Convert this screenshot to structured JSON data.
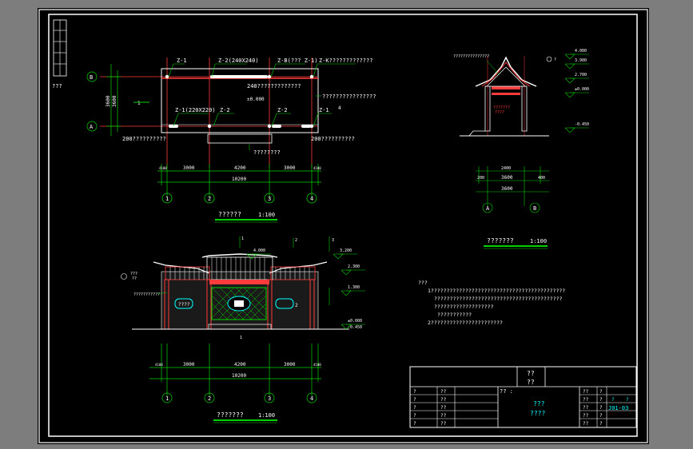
{
  "colors": {
    "background": "#7d7d7d",
    "paper": "#000000",
    "frame": "#ffffff",
    "axis": "#ff3b3b",
    "dimension": "#00d200",
    "annotation": "#ffffff",
    "accent": "#00ffff",
    "yellow": "#ffff00"
  },
  "side_note": "???",
  "plan": {
    "axis_labels": [
      "1",
      "2",
      "3",
      "4"
    ],
    "row_labels": [
      "B",
      "A"
    ],
    "column_tags_top": [
      "Z-1",
      "Z-2(240X240)",
      "Z-B(??? Z-1)",
      "Z-K?????????????"
    ],
    "beam_note": "240?????????????",
    "right_note": "????????????????",
    "right_mark": "4",
    "center_mark": "1",
    "column_tags_bottom": [
      "Z-1(220X220)",
      "Z-2",
      "Z-2",
      "Z-1"
    ],
    "bottom_left_note": "200??????????",
    "bottom_right_note": "200??????????",
    "below_note": "????????",
    "level_note": "±0.000",
    "dims_small_left": "4100",
    "dims_small_right": "4100",
    "dims_bays": [
      "3000",
      "4200",
      "3000"
    ],
    "dim_total": "10200",
    "dim_vertical": "3600",
    "dim_vertical_total": "3600",
    "title": "??????",
    "scale": "1:100"
  },
  "section": {
    "top_note": "???????????????",
    "right_label_top": "?",
    "elevations": [
      "4.000",
      "3.900",
      "2.700",
      "±0.000",
      "-0.450"
    ],
    "mid_labels": [
      "???????",
      "????"
    ],
    "dims_parts": [
      "200",
      "2400",
      "400"
    ],
    "dim_mid": "3600",
    "dim_total": "3600",
    "axis_labels": [
      "A",
      "B"
    ],
    "title": "???????",
    "scale": "1:100"
  },
  "elevation": {
    "left_label_a": "???",
    "left_label_b": "??",
    "left_note": "???????????",
    "upper_marks": [
      "1",
      "2",
      "3"
    ],
    "elevations": [
      "4.000",
      "3.200",
      "2.300",
      "1.300",
      "±0.000",
      "-0.450"
    ],
    "panel_left": "????",
    "panel_right": "2",
    "center_mark": "1",
    "dims_small_left": "4100",
    "dims_small_right": "4100",
    "dims_bays": [
      "3000",
      "4200",
      "3000"
    ],
    "dim_total": "10200",
    "axis_labels": [
      "1",
      "2",
      "3",
      "4"
    ],
    "title": "???????",
    "scale": "1:100"
  },
  "notes": {
    "heading": "???",
    "lines": [
      "1???????????????????????????????????????????",
      "?????????????????????????????????????????",
      "???????????????????",
      "???????????",
      "2???????????????????????"
    ]
  },
  "title_block": {
    "project_title": [
      "??",
      "??"
    ],
    "left_cells": [
      "?",
      "??",
      "?",
      "??",
      "?",
      "??",
      "?",
      "??",
      "?",
      "??"
    ],
    "mid_label": "?? :",
    "drawing_name": [
      "???",
      "????"
    ],
    "right_cells": [
      "??",
      "?",
      "??",
      "?",
      "??",
      "?",
      "??",
      "?",
      "??",
      "?"
    ],
    "sheet_marks": [
      "?",
      "?"
    ],
    "drawing_number": "J01-03"
  }
}
